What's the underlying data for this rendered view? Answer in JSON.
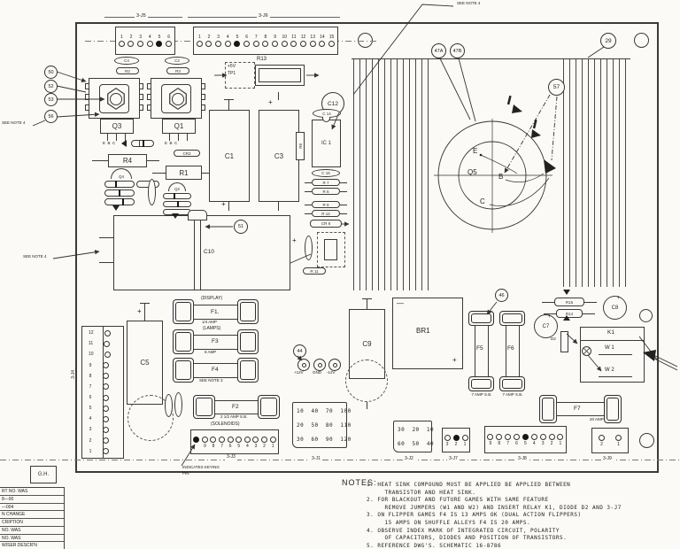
{
  "sym": {
    "plus": "+",
    "minus": "—"
  },
  "see_note4": "SEE NOTE 4",
  "callouts": {
    "n50": "50",
    "n52": "52",
    "n53": "53",
    "n56": "56",
    "n51": "51",
    "n44": "44",
    "n46": "46",
    "n47a": "47A",
    "n47b": "47B",
    "n57": "57",
    "n29": "29",
    "c12": "C12"
  },
  "parts": {
    "q3": "Q3",
    "q1": "Q1",
    "q4": "Q4",
    "q2": "Q2",
    "q5": "Q5",
    "r1": "R1",
    "r4": "R4",
    "r13": "R13",
    "tp1": "TP1",
    "tp1_v": "+5V",
    "c4": "C4",
    "c2": "C2",
    "r2": "R2",
    "r3": "R3",
    "cr2": "CR2",
    "c1": "C1",
    "c3": "C3",
    "c14": "C 14",
    "ic1": "IC 1",
    "r8": "R8",
    "c15": "C 15",
    "r7": "R 7",
    "r6": "R 6",
    "r9": "R 9",
    "r12": "R 12",
    "cr8": "CR 8",
    "r11": "R 11",
    "c10": "C10",
    "c5": "C5",
    "c7": "C7",
    "c8": "C8",
    "c9": "C9",
    "r15": "R15",
    "r14": "R14",
    "d2": "D2",
    "k1": "K1",
    "w1": "W 1",
    "w2": "W 2",
    "br1": "BR1",
    "ebc": "E  B  C",
    "q5e": "E",
    "q5b": "B",
    "q5c": "C"
  },
  "fuses": {
    "f1": "F1.",
    "f1_top": "(DISPLAY)",
    "f1_amp": "1/4 AMP",
    "f3": "F3",
    "f3_top": "(LAMPS)",
    "f3_amp": "8 AMP",
    "f4": "F4",
    "f4_note": "SEE NOTE 3",
    "f2": "F2",
    "f2_amp": "2 1/2 AMP S.B.",
    "f5": "F5",
    "f5_amp": "7 AMP S.B.",
    "f6": "F6",
    "f6_amp": "7 AMP S.B.",
    "f7": "F7",
    "f7_amp": "20 AMP"
  },
  "solenoids_label": "(SOLENOIDS)",
  "keying": {
    "line1": "INDICATES KEYING",
    "line2": "PIN"
  },
  "test_points": {
    "tp_plus12": "+12V",
    "tp_gnd": "GND",
    "tp_minus12": "-12V"
  },
  "connectors": {
    "j5": {
      "label": "3-J5",
      "nums": [
        "1",
        "2",
        "3",
        "4",
        "5",
        "6"
      ],
      "filledIndex": 4
    },
    "j6": {
      "label": "3-J6",
      "nums": [
        "1",
        "2",
        "3",
        "4",
        "5",
        "6",
        "7",
        "8",
        "9",
        "10",
        "11",
        "12",
        "13",
        "14",
        "15"
      ],
      "filledIndex": 4
    },
    "j4": {
      "label": "3-J4",
      "nums": [
        "12",
        "11",
        "10",
        "9",
        "8",
        "7",
        "6",
        "5",
        "4",
        "3",
        "2",
        "1"
      ],
      "filledIndex": -1
    },
    "j3": {
      "label": "3-J3",
      "nums": [
        "",
        "9",
        "8",
        "7",
        "6",
        "5",
        "4",
        "3",
        "2",
        "1"
      ],
      "filledIndex": 0
    },
    "j1": {
      "label": "3-J1",
      "rows": [
        "10  40  70  100",
        "20  50  80  110",
        "30  60  90  120"
      ]
    },
    "j2": {
      "label": "3-J2",
      "rows": [
        "30  20  10",
        "60  50  40"
      ]
    },
    "j7": {
      "label": "3-J7",
      "nums": [
        "3",
        "2",
        "1"
      ],
      "filledIndex": 1
    },
    "j8": {
      "label": "3-J8",
      "nums": [
        "9",
        "8",
        "7",
        "6",
        "5",
        "4",
        "3",
        "2",
        "1"
      ],
      "filledIndex": 4
    },
    "j9": {
      "label": "3-J9",
      "nums": [
        "2",
        "1"
      ],
      "filledIndex": -1
    }
  },
  "notes": {
    "heading": "NOTES:",
    "lines": [
      "1. HEAT SINK COMPOUND MUST BE APPLIED BE APPLIED BETWEEN",
      "     TRANSISTOR AND HEAT SINK.",
      "2. FOR BLACKOUT AND FUTURE GAMES WITH SAME FEATURE",
      "     REMOVE JUMPERS (W1 AND W2) AND INSERT RELAY K1, DIODE D2 AND 3-J7",
      "3. ON FLIPPER GAMES F4 IS 13 AMPS OK (DUAL ACTION FLIPPERS)",
      "     15 AMPS ON SHUFFLE ALLEYS F4 IS 20 AMPS.",
      "4. OBSERVE INDEX MARK OF INTEGRATED CIRCUIT, POLARITY",
      "     OF CAPACITORS, DIODES AND POSITION OF TRANSISTORS.",
      "5. REFERENCE DWG'S. SCHEMATIC 16-8786"
    ]
  },
  "revision": {
    "initials": "G.H.",
    "rows": [
      "RT NO. WAS",
      "8—00",
      "—004",
      "N CHANGE",
      "CRIPTION",
      "NO. WAS",
      "NO. WAS",
      "WISER DESCR'N"
    ]
  }
}
